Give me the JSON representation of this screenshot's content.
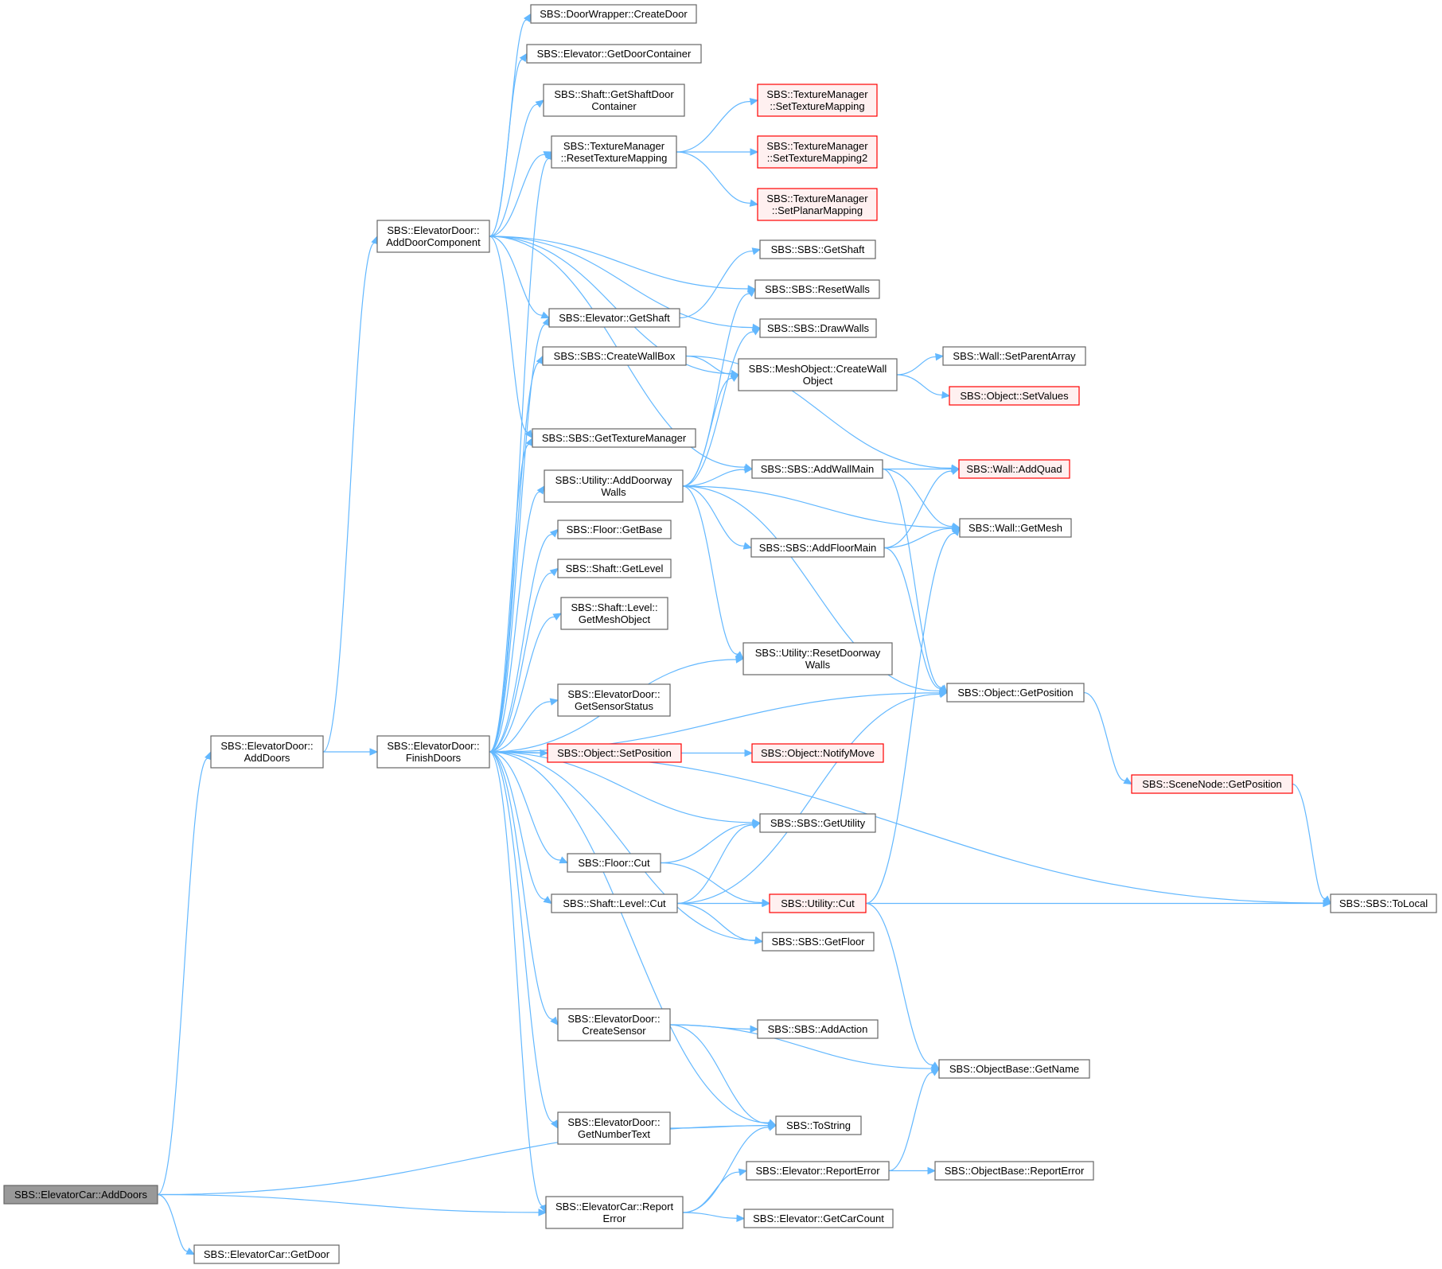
{
  "diagram": {
    "nodes": [
      {
        "id": "root",
        "lines": [
          "SBS::ElevatorCar::AddDoors"
        ],
        "style": "root"
      },
      {
        "id": "ed_adddoors",
        "lines": [
          "SBS::ElevatorDoor::",
          "AddDoors"
        ],
        "style": "normal"
      },
      {
        "id": "ec_getdoor",
        "lines": [
          "SBS::ElevatorCar::GetDoor"
        ],
        "style": "normal"
      },
      {
        "id": "ed_adddoorcomp",
        "lines": [
          "SBS::ElevatorDoor::",
          "AddDoorComponent"
        ],
        "style": "normal"
      },
      {
        "id": "ed_finishdoors",
        "lines": [
          "SBS::ElevatorDoor::",
          "FinishDoors"
        ],
        "style": "normal"
      },
      {
        "id": "dw_createdoor",
        "lines": [
          "SBS::DoorWrapper::CreateDoor"
        ],
        "style": "normal"
      },
      {
        "id": "el_getdoorcont",
        "lines": [
          "SBS::Elevator::GetDoorContainer"
        ],
        "style": "normal"
      },
      {
        "id": "sh_getshaftdoor",
        "lines": [
          "SBS::Shaft::GetShaftDoor",
          "Container"
        ],
        "style": "normal"
      },
      {
        "id": "tm_reset",
        "lines": [
          "SBS::TextureManager",
          "::ResetTextureMapping"
        ],
        "style": "normal"
      },
      {
        "id": "tm_set",
        "lines": [
          "SBS::TextureManager",
          "::SetTextureMapping"
        ],
        "style": "red"
      },
      {
        "id": "tm_set2",
        "lines": [
          "SBS::TextureManager",
          "::SetTextureMapping2"
        ],
        "style": "red"
      },
      {
        "id": "tm_planar",
        "lines": [
          "SBS::TextureManager",
          "::SetPlanarMapping"
        ],
        "style": "red"
      },
      {
        "id": "sbs_getshaft",
        "lines": [
          "SBS::SBS::GetShaft"
        ],
        "style": "normal"
      },
      {
        "id": "sbs_resetwalls",
        "lines": [
          "SBS::SBS::ResetWalls"
        ],
        "style": "normal"
      },
      {
        "id": "el_getshaft",
        "lines": [
          "SBS::Elevator::GetShaft"
        ],
        "style": "normal"
      },
      {
        "id": "sbs_drawwalls",
        "lines": [
          "SBS::SBS::DrawWalls"
        ],
        "style": "normal"
      },
      {
        "id": "sbs_createwallbox",
        "lines": [
          "SBS::SBS::CreateWallBox"
        ],
        "style": "normal"
      },
      {
        "id": "mo_createwall",
        "lines": [
          "SBS::MeshObject::CreateWall",
          "Object"
        ],
        "style": "normal"
      },
      {
        "id": "wall_setparent",
        "lines": [
          "SBS::Wall::SetParentArray"
        ],
        "style": "normal"
      },
      {
        "id": "obj_setvalues",
        "lines": [
          "SBS::Object::SetValues"
        ],
        "style": "red"
      },
      {
        "id": "sbs_gettexman",
        "lines": [
          "SBS::SBS::GetTextureManager"
        ],
        "style": "normal"
      },
      {
        "id": "ut_adddoorway",
        "lines": [
          "SBS::Utility::AddDoorway",
          "Walls"
        ],
        "style": "normal"
      },
      {
        "id": "sbs_addwallmain",
        "lines": [
          "SBS::SBS::AddWallMain"
        ],
        "style": "normal"
      },
      {
        "id": "wall_addquad",
        "lines": [
          "SBS::Wall::AddQuad"
        ],
        "style": "red"
      },
      {
        "id": "floor_getbase",
        "lines": [
          "SBS::Floor::GetBase"
        ],
        "style": "normal"
      },
      {
        "id": "wall_getmesh",
        "lines": [
          "SBS::Wall::GetMesh"
        ],
        "style": "normal"
      },
      {
        "id": "sbs_addfloormain",
        "lines": [
          "SBS::SBS::AddFloorMain"
        ],
        "style": "normal"
      },
      {
        "id": "sh_getlevel",
        "lines": [
          "SBS::Shaft::GetLevel"
        ],
        "style": "normal"
      },
      {
        "id": "shl_getmesh",
        "lines": [
          "SBS::Shaft::Level::",
          "GetMeshObject"
        ],
        "style": "normal"
      },
      {
        "id": "ut_resetdoorway",
        "lines": [
          "SBS::Utility::ResetDoorway",
          "Walls"
        ],
        "style": "normal"
      },
      {
        "id": "obj_getpos",
        "lines": [
          "SBS::Object::GetPosition"
        ],
        "style": "normal"
      },
      {
        "id": "ed_getsensor",
        "lines": [
          "SBS::ElevatorDoor::",
          "GetSensorStatus"
        ],
        "style": "normal"
      },
      {
        "id": "obj_setpos",
        "lines": [
          "SBS::Object::SetPosition"
        ],
        "style": "red"
      },
      {
        "id": "obj_notify",
        "lines": [
          "SBS::Object::NotifyMove"
        ],
        "style": "red"
      },
      {
        "id": "sn_getpos",
        "lines": [
          "SBS::SceneNode::GetPosition"
        ],
        "style": "red"
      },
      {
        "id": "sbs_getutility",
        "lines": [
          "SBS::SBS::GetUtility"
        ],
        "style": "normal"
      },
      {
        "id": "floor_cut",
        "lines": [
          "SBS::Floor::Cut"
        ],
        "style": "normal"
      },
      {
        "id": "shl_cut",
        "lines": [
          "SBS::Shaft::Level::Cut"
        ],
        "style": "normal"
      },
      {
        "id": "ut_cut",
        "lines": [
          "SBS::Utility::Cut"
        ],
        "style": "red"
      },
      {
        "id": "sbs_tolocal",
        "lines": [
          "SBS::SBS::ToLocal"
        ],
        "style": "normal"
      },
      {
        "id": "sbs_getfloor",
        "lines": [
          "SBS::SBS::GetFloor"
        ],
        "style": "normal"
      },
      {
        "id": "ed_createsensor",
        "lines": [
          "SBS::ElevatorDoor::",
          "CreateSensor"
        ],
        "style": "normal"
      },
      {
        "id": "sbs_addaction",
        "lines": [
          "SBS::SBS::AddAction"
        ],
        "style": "normal"
      },
      {
        "id": "ob_getname",
        "lines": [
          "SBS::ObjectBase::GetName"
        ],
        "style": "normal"
      },
      {
        "id": "ed_getnumtext",
        "lines": [
          "SBS::ElevatorDoor::",
          "GetNumberText"
        ],
        "style": "normal"
      },
      {
        "id": "sbs_tostring",
        "lines": [
          "SBS::ToString"
        ],
        "style": "normal"
      },
      {
        "id": "el_reporterror",
        "lines": [
          "SBS::Elevator::ReportError"
        ],
        "style": "normal"
      },
      {
        "id": "ob_reporterror",
        "lines": [
          "SBS::ObjectBase::ReportError"
        ],
        "style": "normal"
      },
      {
        "id": "ec_reporterror",
        "lines": [
          "SBS::ElevatorCar::Report",
          "Error"
        ],
        "style": "normal"
      },
      {
        "id": "el_getcarcount",
        "lines": [
          "SBS::Elevator::GetCarCount"
        ],
        "style": "normal"
      }
    ],
    "edges": [
      [
        "root",
        "ed_adddoors"
      ],
      [
        "root",
        "ec_getdoor"
      ],
      [
        "root",
        "sbs_tostring"
      ],
      [
        "root",
        "ec_reporterror"
      ],
      [
        "ed_adddoors",
        "ed_adddoorcomp"
      ],
      [
        "ed_adddoors",
        "ed_finishdoors"
      ],
      [
        "ed_adddoorcomp",
        "dw_createdoor"
      ],
      [
        "ed_adddoorcomp",
        "el_getdoorcont"
      ],
      [
        "ed_adddoorcomp",
        "sh_getshaftdoor"
      ],
      [
        "ed_adddoorcomp",
        "tm_reset"
      ],
      [
        "ed_adddoorcomp",
        "sbs_resetwalls"
      ],
      [
        "ed_adddoorcomp",
        "sbs_drawwalls"
      ],
      [
        "ed_adddoorcomp",
        "mo_createwall"
      ],
      [
        "ed_adddoorcomp",
        "el_getshaft"
      ],
      [
        "ed_adddoorcomp",
        "sbs_gettexman"
      ],
      [
        "ed_adddoorcomp",
        "sbs_addwallmain"
      ],
      [
        "tm_reset",
        "tm_set"
      ],
      [
        "tm_reset",
        "tm_set2"
      ],
      [
        "tm_reset",
        "tm_planar"
      ],
      [
        "el_getshaft",
        "sbs_getshaft"
      ],
      [
        "sbs_createwallbox",
        "mo_createwall"
      ],
      [
        "sbs_createwallbox",
        "wall_addquad"
      ],
      [
        "mo_createwall",
        "wall_setparent"
      ],
      [
        "mo_createwall",
        "obj_setvalues"
      ],
      [
        "ut_adddoorway",
        "sbs_resetwalls"
      ],
      [
        "ut_adddoorway",
        "sbs_drawwalls"
      ],
      [
        "ut_adddoorway",
        "mo_createwall"
      ],
      [
        "ut_adddoorway",
        "sbs_addwallmain"
      ],
      [
        "ut_adddoorway",
        "wall_getmesh"
      ],
      [
        "ut_adddoorway",
        "sbs_addfloormain"
      ],
      [
        "ut_adddoorway",
        "ut_resetdoorway"
      ],
      [
        "ut_adddoorway",
        "obj_getpos"
      ],
      [
        "sbs_addwallmain",
        "wall_addquad"
      ],
      [
        "sbs_addwallmain",
        "wall_getmesh"
      ],
      [
        "sbs_addwallmain",
        "obj_getpos"
      ],
      [
        "sbs_addfloormain",
        "wall_addquad"
      ],
      [
        "sbs_addfloormain",
        "wall_getmesh"
      ],
      [
        "sbs_addfloormain",
        "obj_getpos"
      ],
      [
        "ed_finishdoors",
        "tm_reset"
      ],
      [
        "ed_finishdoors",
        "el_getshaft"
      ],
      [
        "ed_finishdoors",
        "sbs_createwallbox"
      ],
      [
        "ed_finishdoors",
        "sbs_gettexman"
      ],
      [
        "ed_finishdoors",
        "ut_adddoorway"
      ],
      [
        "ed_finishdoors",
        "floor_getbase"
      ],
      [
        "ed_finishdoors",
        "sh_getlevel"
      ],
      [
        "ed_finishdoors",
        "shl_getmesh"
      ],
      [
        "ed_finishdoors",
        "ut_resetdoorway"
      ],
      [
        "ed_finishdoors",
        "ed_getsensor"
      ],
      [
        "ed_finishdoors",
        "obj_setpos"
      ],
      [
        "ed_finishdoors",
        "obj_getpos"
      ],
      [
        "ed_finishdoors",
        "sbs_getutility"
      ],
      [
        "ed_finishdoors",
        "floor_cut"
      ],
      [
        "ed_finishdoors",
        "shl_cut"
      ],
      [
        "ed_finishdoors",
        "sbs_getfloor"
      ],
      [
        "ed_finishdoors",
        "sbs_tolocal"
      ],
      [
        "ed_finishdoors",
        "ed_createsensor"
      ],
      [
        "ed_finishdoors",
        "sbs_tostring"
      ],
      [
        "ed_finishdoors",
        "ed_getnumtext"
      ],
      [
        "ed_finishdoors",
        "ec_reporterror"
      ],
      [
        "obj_setpos",
        "obj_notify"
      ],
      [
        "obj_getpos",
        "sn_getpos"
      ],
      [
        "sn_getpos",
        "sbs_tolocal"
      ],
      [
        "floor_cut",
        "sbs_getutility"
      ],
      [
        "floor_cut",
        "ut_cut"
      ],
      [
        "shl_cut",
        "sbs_getutility"
      ],
      [
        "shl_cut",
        "ut_cut"
      ],
      [
        "shl_cut",
        "sbs_getfloor"
      ],
      [
        "shl_cut",
        "obj_getpos"
      ],
      [
        "ut_cut",
        "wall_getmesh"
      ],
      [
        "ut_cut",
        "sbs_tolocal"
      ],
      [
        "ut_cut",
        "ob_getname"
      ],
      [
        "ed_createsensor",
        "sbs_addaction"
      ],
      [
        "ed_createsensor",
        "ob_getname"
      ],
      [
        "ed_createsensor",
        "sbs_tostring"
      ],
      [
        "ed_getnumtext",
        "sbs_tostring"
      ],
      [
        "ec_reporterror",
        "sbs_tostring"
      ],
      [
        "ec_reporterror",
        "el_reporterror"
      ],
      [
        "ec_reporterror",
        "el_getcarcount"
      ],
      [
        "el_reporterror",
        "ob_reporterror"
      ],
      [
        "el_reporterror",
        "ob_getname"
      ]
    ]
  }
}
